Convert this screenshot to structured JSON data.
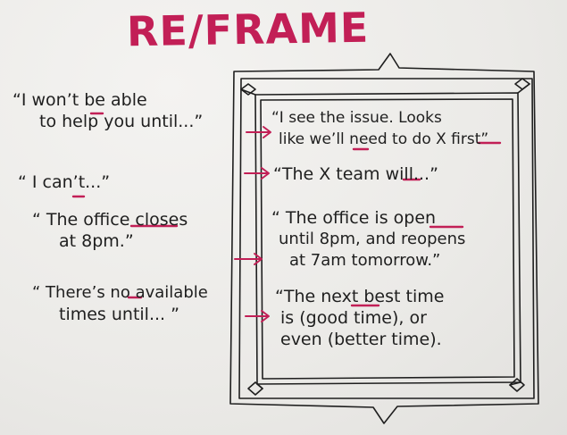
{
  "title": "RE/FRAME",
  "before": [
    {
      "lines": [
        "“I won’t be able",
        "to help you until...”"
      ]
    },
    {
      "lines": [
        "“ I can’t...”"
      ]
    },
    {
      "lines": [
        "“ The office closes",
        "at 8pm.”"
      ]
    },
    {
      "lines": [
        "“ There’s no available",
        "times until... ”"
      ]
    }
  ],
  "after": [
    {
      "lines": [
        "“I see the issue. Looks",
        "like we’ll need to do X first”"
      ]
    },
    {
      "lines": [
        "“The X team will...”"
      ]
    },
    {
      "lines": [
        "“ The office is open",
        "until 8pm, and reopens",
        "at 7am tomorrow.”"
      ]
    },
    {
      "lines": [
        "“The next best time",
        "is (good time), or",
        "even (better time)."
      ]
    }
  ],
  "colors": {
    "accent": "#c21f56",
    "ink": "#1f1f1f",
    "paper": "#ecebe8"
  }
}
